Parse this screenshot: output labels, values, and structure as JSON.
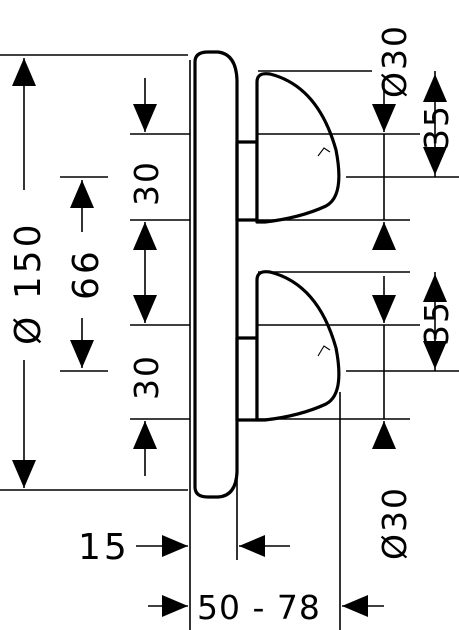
{
  "drawing": {
    "overall_height": "Ø 150",
    "center_distance": "66",
    "upper_spacing": "30",
    "lower_spacing": "30",
    "knob_upper_diameter": "Ø30",
    "knob_upper_height": "35",
    "knob_lower_height": "35",
    "knob_lower_diameter": "Ø30",
    "plate_depth": "15",
    "projection": "50 - 78"
  }
}
